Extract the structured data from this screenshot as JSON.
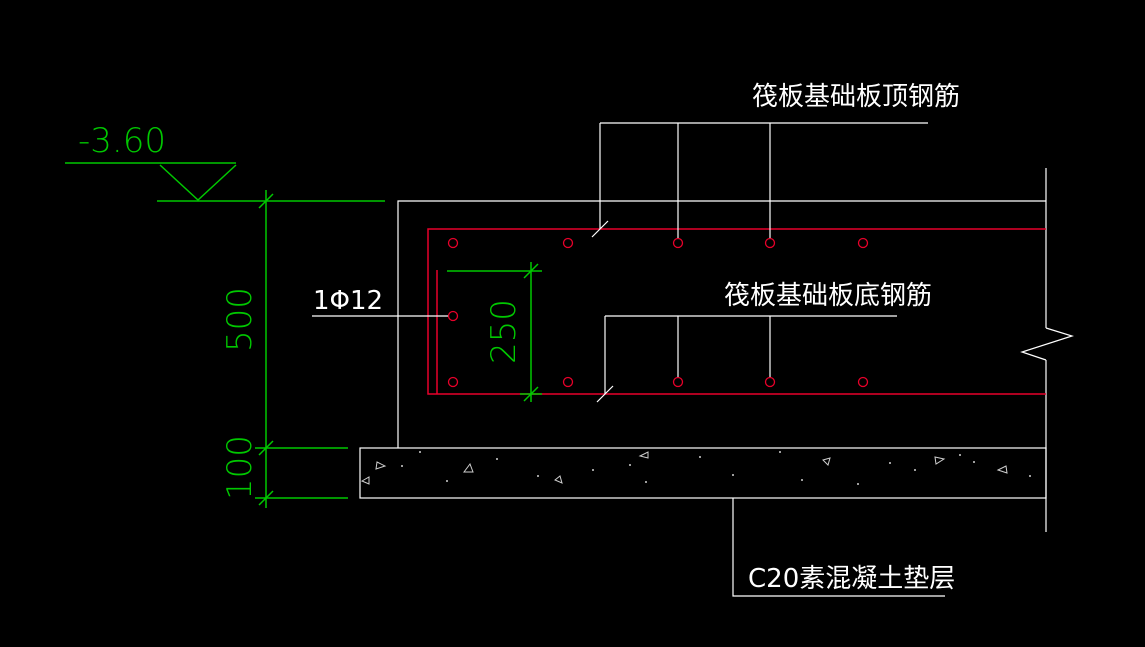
{
  "labels": {
    "top_rebar": "筏板基础板顶钢筋",
    "bottom_rebar": "筏板基础板底钢筋",
    "side_rebar": "1Φ12",
    "cushion": "C20素混凝土垫层"
  },
  "dimensions": {
    "elevation": "-3.60",
    "slab_thickness": "500",
    "cushion_thickness": "100",
    "rebar_spacing": "250"
  },
  "colors": {
    "background": "#000000",
    "outline": "#ffffff",
    "dimension": "#00c800",
    "rebar": "#e8002a"
  }
}
